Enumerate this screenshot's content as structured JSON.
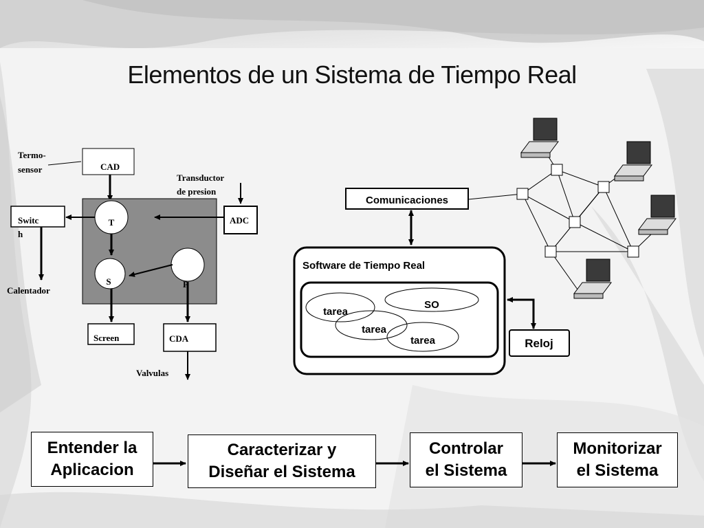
{
  "title": "Elementos de  un Sistema de Tiempo Real",
  "plant": {
    "termo_sensor_line1": "Termo-",
    "termo_sensor_line2": "sensor",
    "cad": "CAD",
    "transductor_line1": "Transductor",
    "transductor_line2": "de presion",
    "adc": "ADC",
    "switch_line1": "Switc",
    "switch_line2": "h",
    "t": "T",
    "s": "S",
    "p": "P",
    "calentador": "Calentador",
    "screen": "Screen",
    "cda": "CDA",
    "valvulas": "Valvulas"
  },
  "software": {
    "comunicaciones": "Comunicaciones",
    "software_label": "Software de Tiempo Real",
    "so": "SO",
    "tarea1": "tarea",
    "tarea2": "tarea",
    "tarea3": "tarea",
    "reloj": "Reloj"
  },
  "steps": [
    {
      "line1": "Entender la",
      "line2": "Aplicacion"
    },
    {
      "line1": "Caracterizar y",
      "line2": "Diseñar el Sistema"
    },
    {
      "line1": "Controlar",
      "line2": "el Sistema"
    },
    {
      "line1": "Monitorizar",
      "line2": "el Sistema"
    }
  ]
}
